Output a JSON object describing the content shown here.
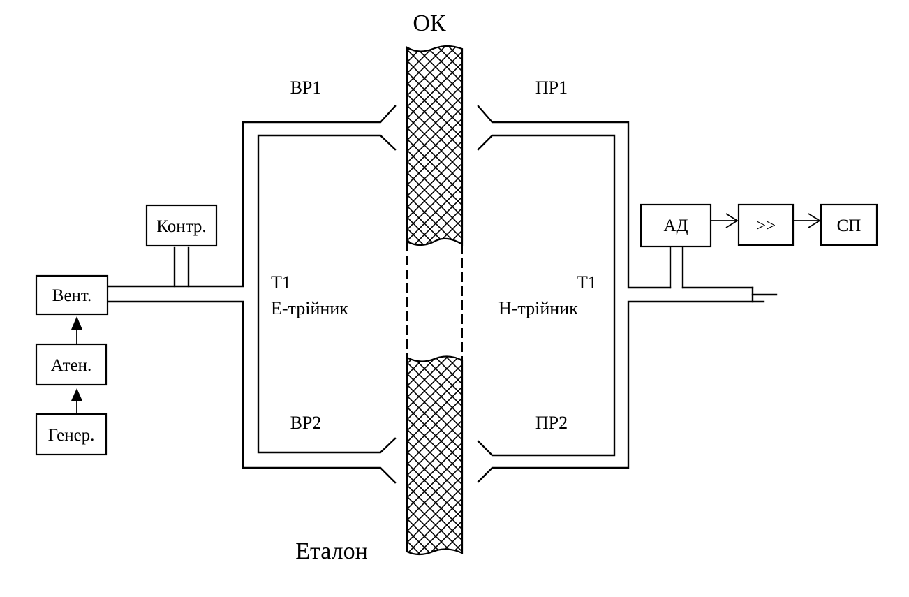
{
  "labels": {
    "ok": "ОК",
    "etalon": "Еталон",
    "vr1": "ВР1",
    "pr1": "ПР1",
    "vr2": "ВР2",
    "pr2": "ПР2",
    "t1_left": "Т1",
    "e_tee": "Е-трійник",
    "t1_right": "Т1",
    "h_tee": "Н-трійник"
  },
  "blocks": {
    "kontr": "Контр.",
    "vent": "Вент.",
    "aten": "Атен.",
    "gener": "Генер.",
    "ad": "АД",
    "amp": ">>",
    "sp": "СП"
  },
  "colors": {
    "line": "#000000",
    "background": "#ffffff"
  }
}
